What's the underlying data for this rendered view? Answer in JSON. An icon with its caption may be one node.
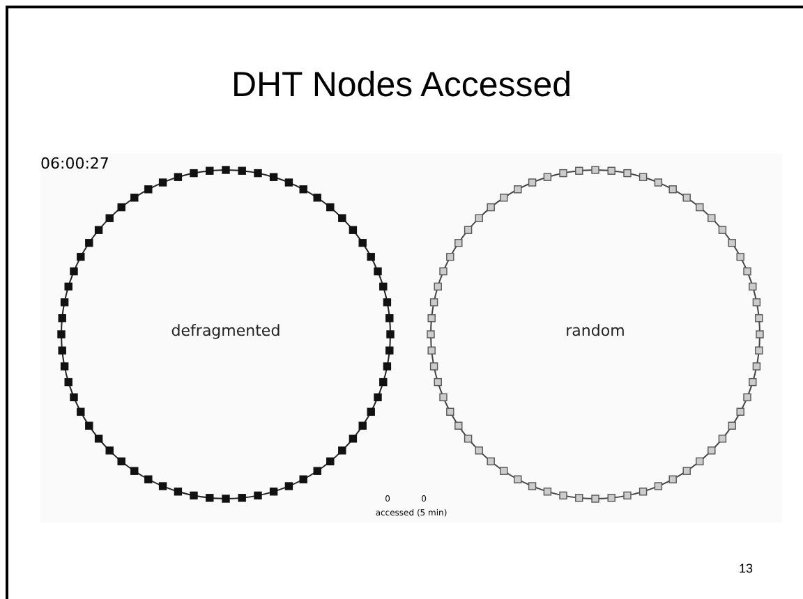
{
  "diagram": {
    "title": "DHT Nodes Accessed",
    "nodes": [
      {
        "text": [
          "defragmented"
        ]
      },
      {
        "text": [
          "random"
        ]
      }
    ],
    "edges": [],
    "labels": [
      "06:00:27",
      "0",
      "0",
      "accessed (5 min)",
      "13"
    ]
  }
}
